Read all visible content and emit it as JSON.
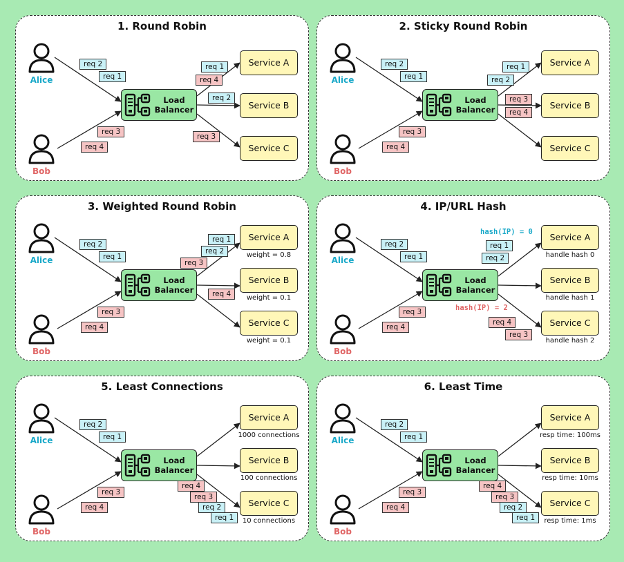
{
  "panels": [
    {
      "title": "1. Round Robin",
      "alice": "Alice",
      "bob": "Bob",
      "lb": [
        "Load",
        "Balancer"
      ],
      "services": [
        "Service A",
        "Service B",
        "Service C"
      ],
      "service_notes": [
        "",
        "",
        ""
      ],
      "tags": [
        {
          "t": "req 2",
          "c": "b"
        },
        {
          "t": "req 1",
          "c": "b"
        },
        {
          "t": "req 3",
          "c": "r"
        },
        {
          "t": "req 4",
          "c": "r"
        },
        {
          "t": "req 1",
          "c": "b"
        },
        {
          "t": "req 4",
          "c": "r"
        },
        {
          "t": "req 2",
          "c": "b"
        },
        {
          "t": "req 3",
          "c": "r"
        }
      ],
      "hash": []
    },
    {
      "title": "2. Sticky Round Robin",
      "alice": "Alice",
      "bob": "Bob",
      "lb": [
        "Load",
        "Balancer"
      ],
      "services": [
        "Service A",
        "Service B",
        "Service C"
      ],
      "service_notes": [
        "",
        "",
        ""
      ],
      "tags": [
        {
          "t": "req 2",
          "c": "b"
        },
        {
          "t": "req 1",
          "c": "b"
        },
        {
          "t": "req 3",
          "c": "r"
        },
        {
          "t": "req 4",
          "c": "r"
        },
        {
          "t": "req 1",
          "c": "b"
        },
        {
          "t": "req 2",
          "c": "b"
        },
        {
          "t": "req 3",
          "c": "r"
        },
        {
          "t": "req 4",
          "c": "r"
        }
      ],
      "hash": []
    },
    {
      "title": "3. Weighted Round Robin",
      "alice": "Alice",
      "bob": "Bob",
      "lb": [
        "Load",
        "Balancer"
      ],
      "services": [
        "Service A",
        "Service B",
        "Service C"
      ],
      "service_notes": [
        "weight = 0.8",
        "weight = 0.1",
        "weight = 0.1"
      ],
      "tags": [
        {
          "t": "req 2",
          "c": "b"
        },
        {
          "t": "req 1",
          "c": "b"
        },
        {
          "t": "req 3",
          "c": "r"
        },
        {
          "t": "req 4",
          "c": "r"
        },
        {
          "t": "req 1",
          "c": "b"
        },
        {
          "t": "req 2",
          "c": "b"
        },
        {
          "t": "req 3",
          "c": "r"
        },
        {
          "t": "req 4",
          "c": "r"
        }
      ],
      "hash": []
    },
    {
      "title": "4. IP/URL Hash",
      "alice": "Alice",
      "bob": "Bob",
      "lb": [
        "Load",
        "Balancer"
      ],
      "services": [
        "Service A",
        "Service B",
        "Service C"
      ],
      "service_notes": [
        "handle hash 0",
        "handle hash 1",
        "handle hash 2"
      ],
      "tags": [
        {
          "t": "req 2",
          "c": "b"
        },
        {
          "t": "req 1",
          "c": "b"
        },
        {
          "t": "req 3",
          "c": "r"
        },
        {
          "t": "req 4",
          "c": "r"
        },
        {
          "t": "req 1",
          "c": "b"
        },
        {
          "t": "req 2",
          "c": "b"
        },
        {
          "t": "req 4",
          "c": "r"
        },
        {
          "t": "req 3",
          "c": "r"
        }
      ],
      "hash": [
        {
          "t": "hash(IP) = 0",
          "c": "b"
        },
        {
          "t": "hash(IP) = 2",
          "c": "r"
        }
      ]
    },
    {
      "title": "5. Least Connections",
      "alice": "Alice",
      "bob": "Bob",
      "lb": [
        "Load",
        "Balancer"
      ],
      "services": [
        "Service A",
        "Service B",
        "Service C"
      ],
      "service_notes": [
        "1000 connections",
        "100 connections",
        "10 connections"
      ],
      "tags": [
        {
          "t": "req 2",
          "c": "b"
        },
        {
          "t": "req 1",
          "c": "b"
        },
        {
          "t": "req 3",
          "c": "r"
        },
        {
          "t": "req 4",
          "c": "r"
        },
        {
          "t": "req 4",
          "c": "r"
        },
        {
          "t": "req 3",
          "c": "r"
        },
        {
          "t": "req 2",
          "c": "b"
        },
        {
          "t": "req 1",
          "c": "b"
        }
      ],
      "hash": []
    },
    {
      "title": "6. Least Time",
      "alice": "Alice",
      "bob": "Bob",
      "lb": [
        "Load",
        "Balancer"
      ],
      "services": [
        "Service A",
        "Service B",
        "Service C"
      ],
      "service_notes": [
        "resp time: 100ms",
        "resp time: 10ms",
        "resp time: 1ms"
      ],
      "tags": [
        {
          "t": "req 2",
          "c": "b"
        },
        {
          "t": "req 1",
          "c": "b"
        },
        {
          "t": "req 3",
          "c": "r"
        },
        {
          "t": "req 4",
          "c": "r"
        },
        {
          "t": "req 4",
          "c": "r"
        },
        {
          "t": "req 3",
          "c": "r"
        },
        {
          "t": "req 2",
          "c": "b"
        },
        {
          "t": "req 1",
          "c": "b"
        }
      ],
      "hash": []
    }
  ],
  "colors": {
    "background": "#a8eab3",
    "alice": "#1ba9c9",
    "bob": "#e06666",
    "load_balancer": "#9ae7a4",
    "service": "#fff7b8",
    "tag_blue": "#c9f1f7",
    "tag_red": "#f6c4c4"
  }
}
